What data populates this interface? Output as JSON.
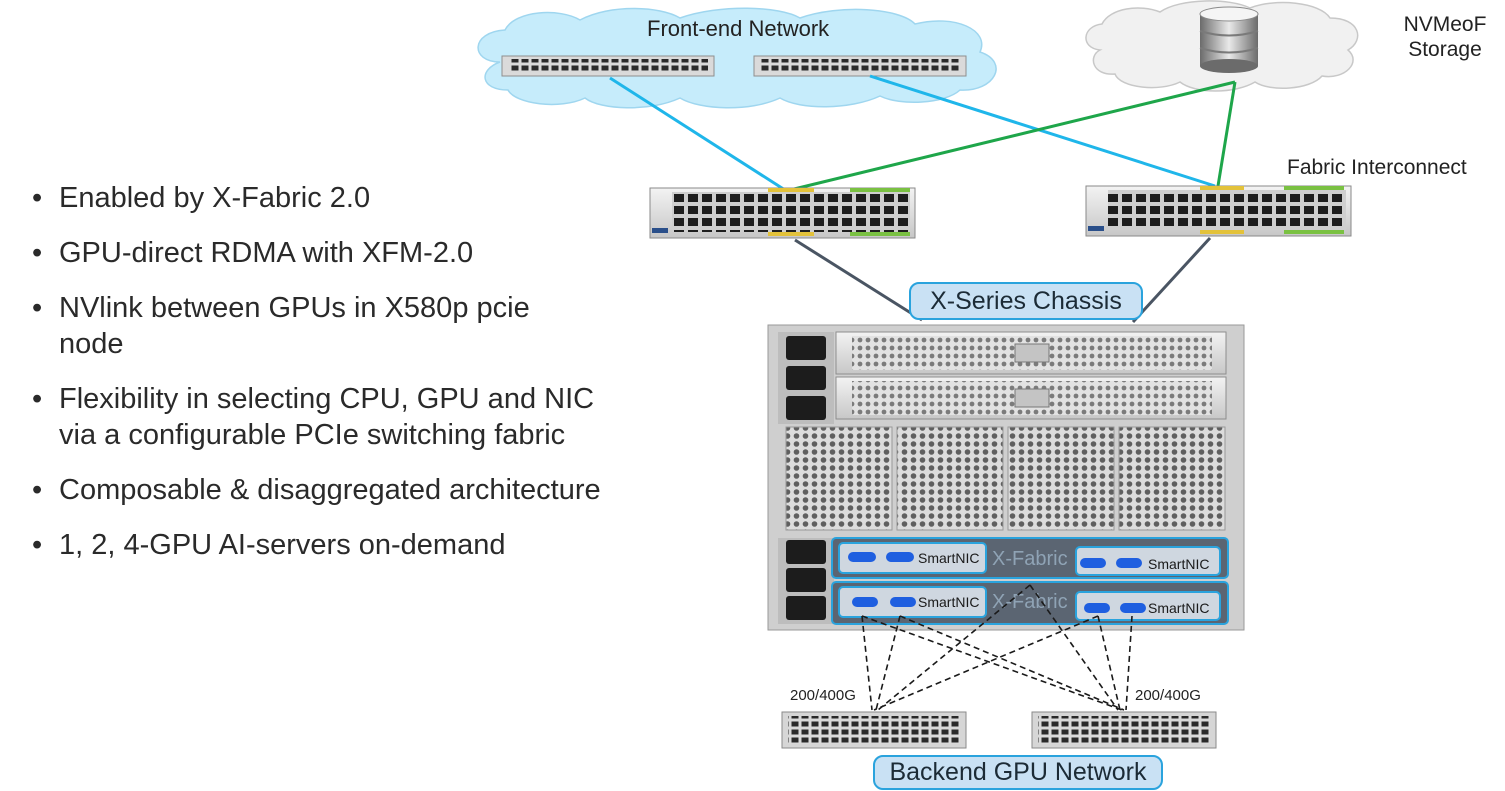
{
  "bullets": [
    "Enabled by X-Fabric 2.0",
    "GPU-direct RDMA with XFM-2.0",
    "NVlink between GPUs in X580p pcie node",
    "Flexibility in selecting CPU, GPU and NIC via a configurable PCIe switching fabric",
    "Composable & disaggregated architecture",
    "1, 2, 4-GPU AI-servers on-demand"
  ],
  "labels": {
    "front_end_network": "Front-end Network",
    "storage_line1": "NVMeoF",
    "storage_line2": "Storage",
    "fabric_interconnect": "Fabric Interconnect",
    "chassis": "X-Series Chassis",
    "backend": "Backend GPU Network",
    "speed_left": "200/400G",
    "speed_right": "200/400G",
    "smartnic": "SmartNIC",
    "xfabric": "X-Fabric"
  },
  "colors": {
    "front_end_link": "#1fb6ea",
    "storage_link": "#1ea64a",
    "uplink": "#4a5563",
    "cloud_blue": "#c6ecfb",
    "cloud_grey": "#f1f1f1",
    "pill_fill": "#c9e1f4",
    "pill_border": "#2aa3dd",
    "nic_port": "#1f5fe0"
  }
}
